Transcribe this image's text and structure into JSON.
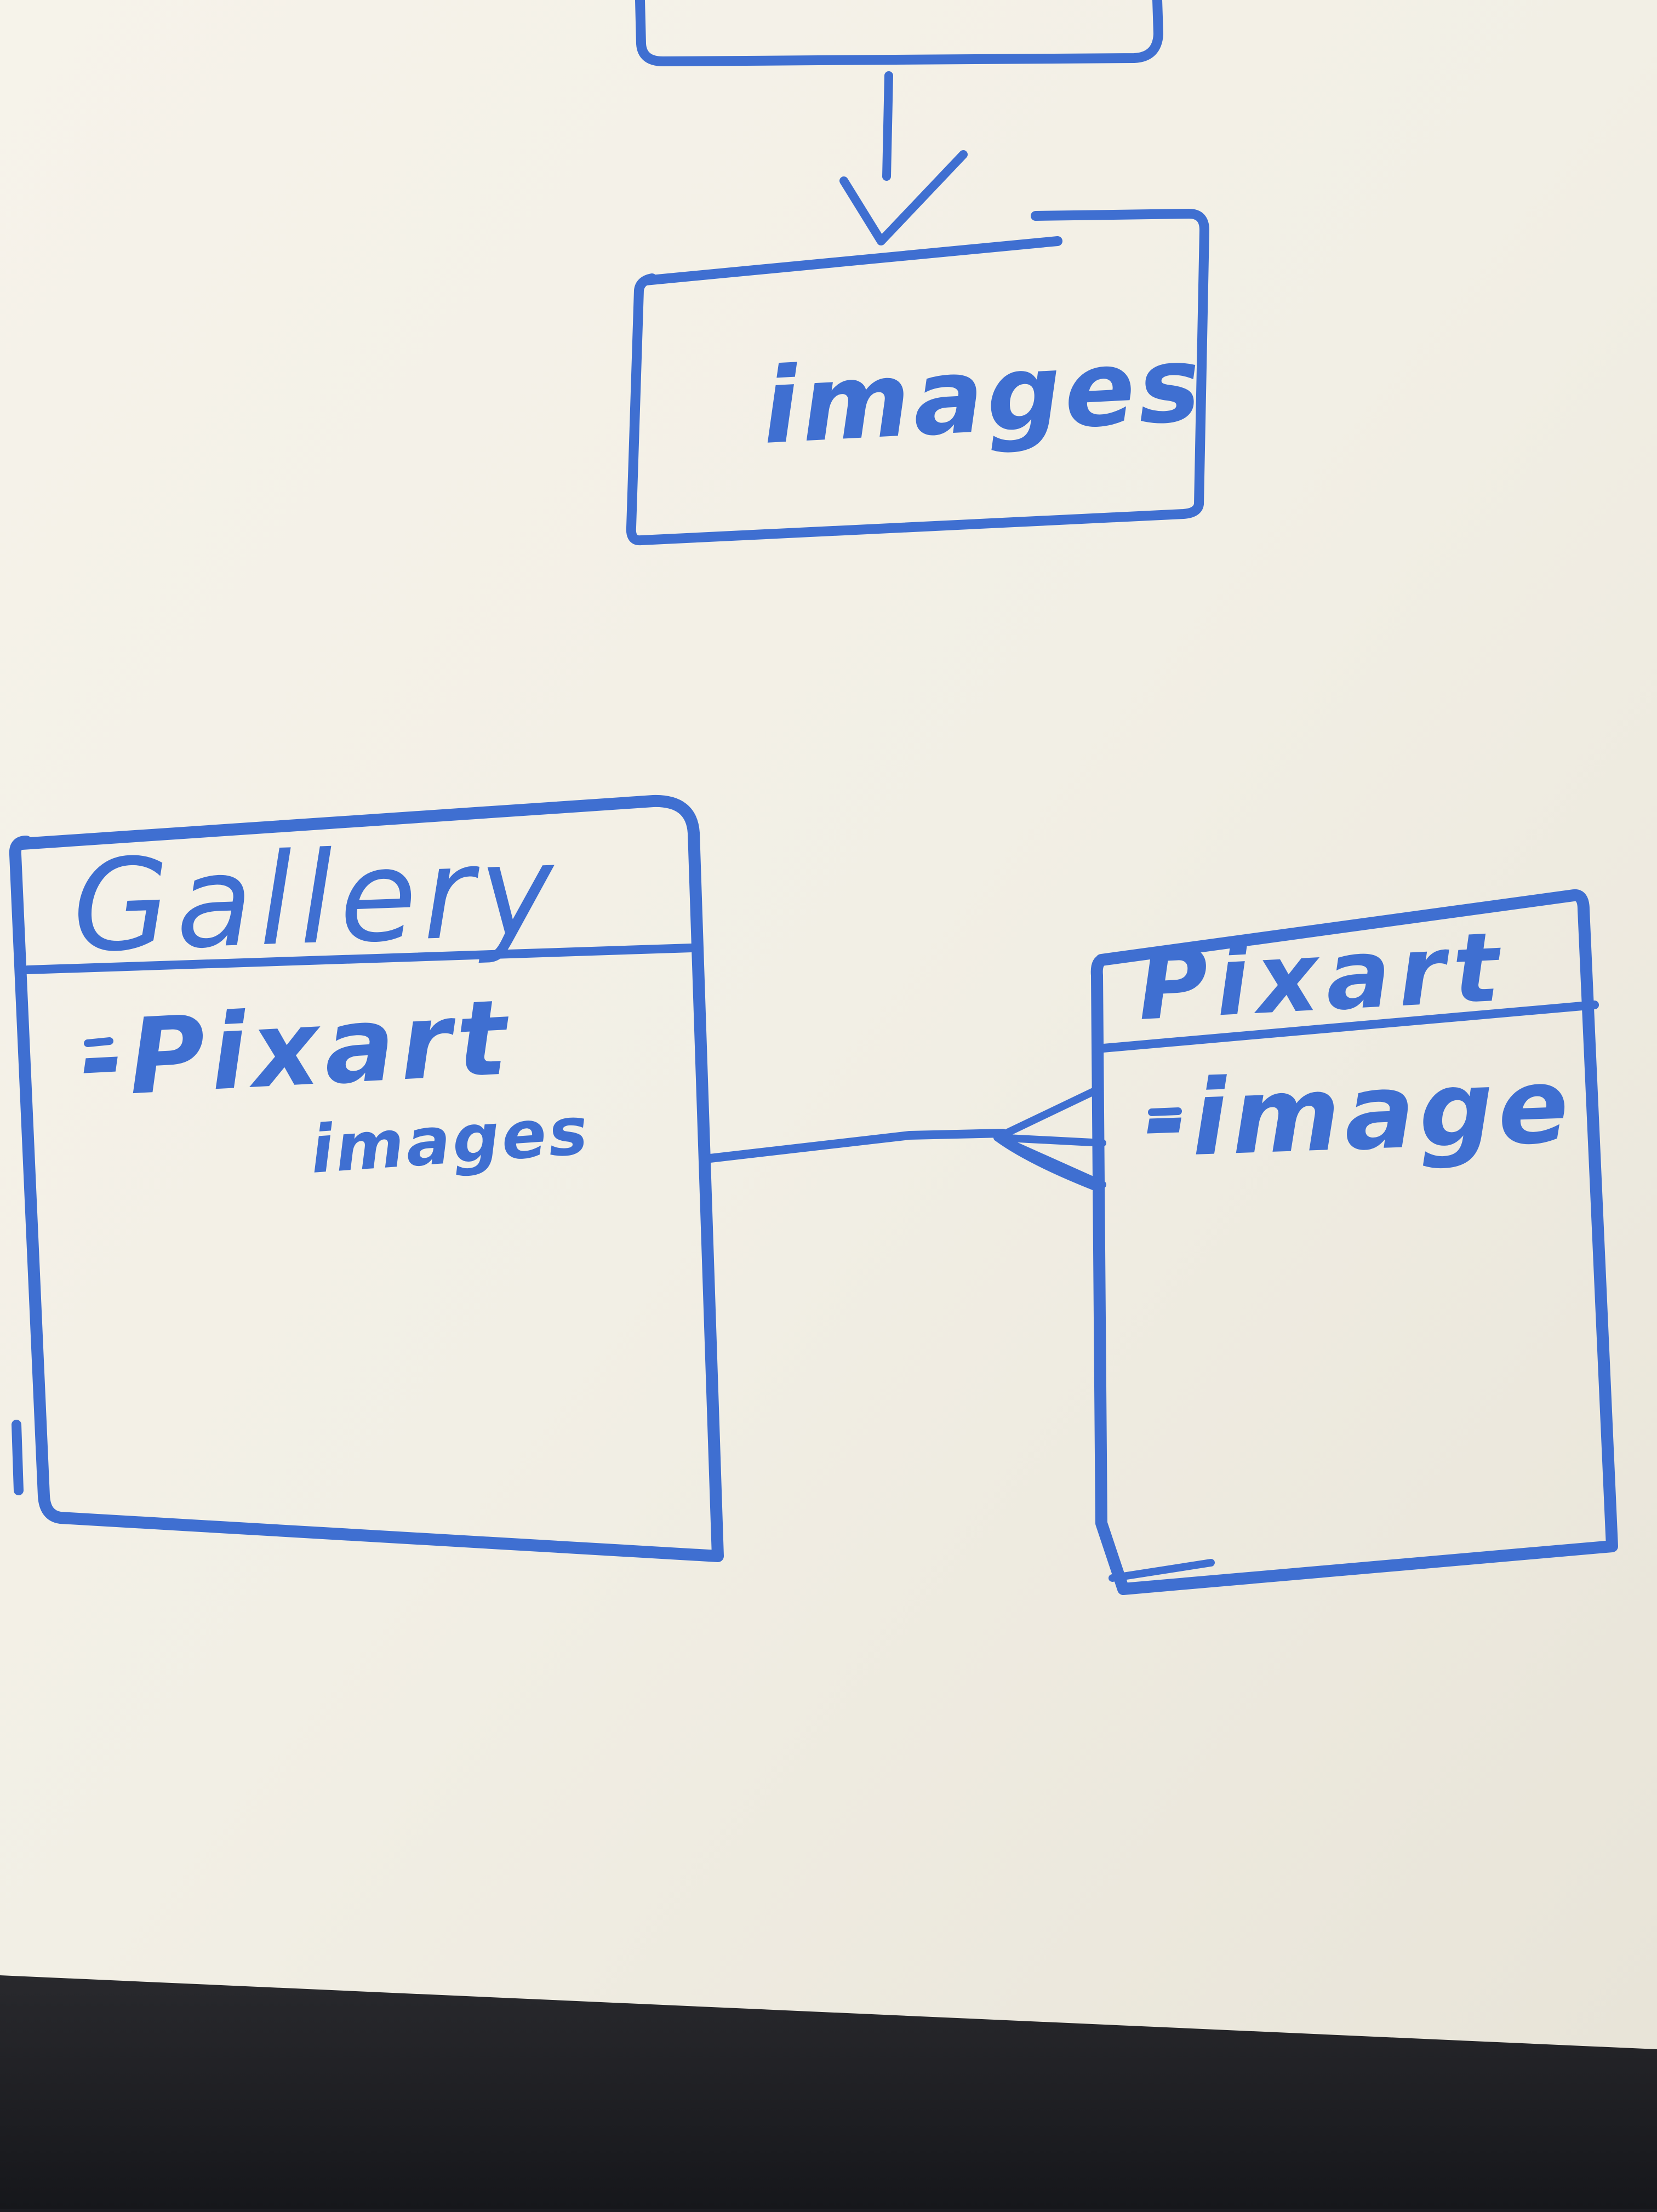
{
  "colors": {
    "marker": "#3f6fd1",
    "board": "#f3f0e6",
    "board_shadow": "#e4e0d4",
    "background": "#1c1d22"
  },
  "diagram": {
    "top_box": {
      "label": "images"
    },
    "gallery_entity": {
      "title": "Gallery",
      "attribute": "-Pixart",
      "attribute_note": "images"
    },
    "pixart_entity": {
      "title": "Pixart",
      "attribute": "-image"
    },
    "relationship": {
      "type": "one-to-many",
      "from": "Gallery",
      "to": "Pixart"
    }
  }
}
